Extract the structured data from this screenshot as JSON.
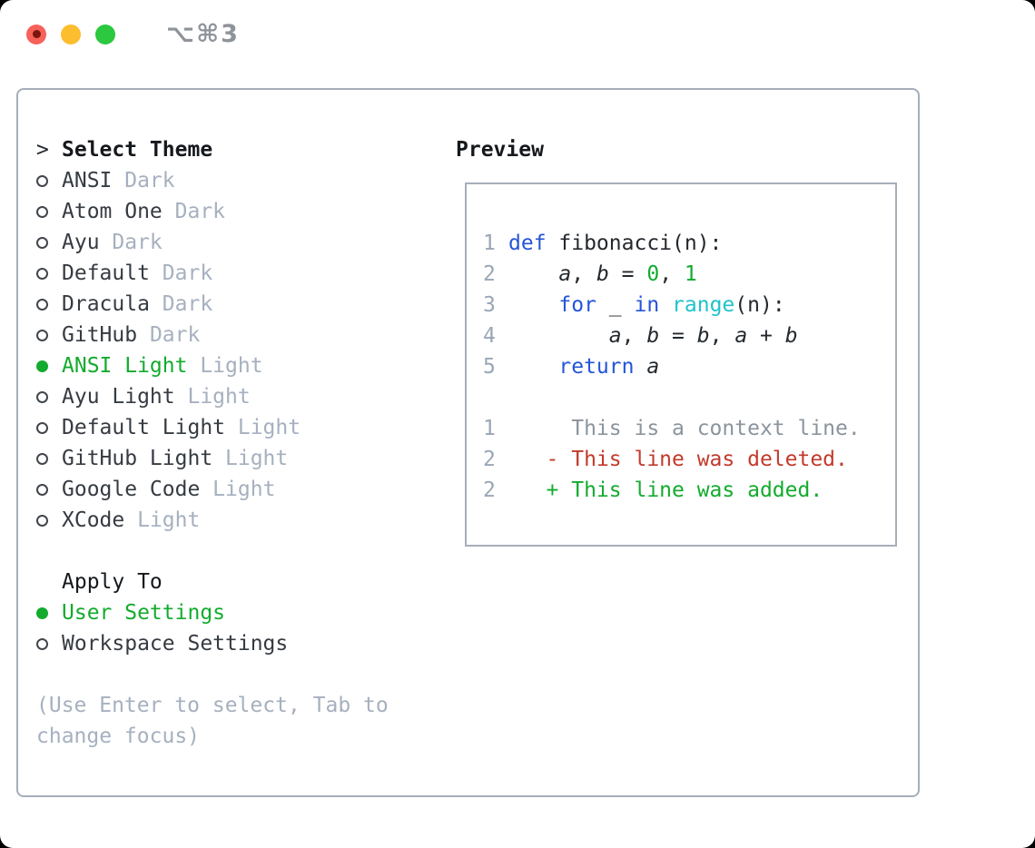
{
  "window": {
    "title": "⌥⌘3"
  },
  "theme_panel": {
    "header_prefix": ">",
    "header": "Select Theme",
    "items": [
      {
        "name": "ANSI",
        "variant": "Dark",
        "selected": false
      },
      {
        "name": "Atom One",
        "variant": "Dark",
        "selected": false
      },
      {
        "name": "Ayu",
        "variant": "Dark",
        "selected": false
      },
      {
        "name": "Default",
        "variant": "Dark",
        "selected": false
      },
      {
        "name": "Dracula",
        "variant": "Dark",
        "selected": false
      },
      {
        "name": "GitHub",
        "variant": "Dark",
        "selected": false
      },
      {
        "name": "ANSI Light",
        "variant": "Light",
        "selected": true
      },
      {
        "name": "Ayu Light",
        "variant": "Light",
        "selected": false
      },
      {
        "name": "Default Light",
        "variant": "Light",
        "selected": false
      },
      {
        "name": "GitHub Light",
        "variant": "Light",
        "selected": false
      },
      {
        "name": "Google Code",
        "variant": "Light",
        "selected": false
      },
      {
        "name": "XCode",
        "variant": "Light",
        "selected": false
      }
    ],
    "apply_header": "Apply To",
    "apply_options": [
      {
        "label": "User Settings",
        "selected": true
      },
      {
        "label": "Workspace Settings",
        "selected": false
      }
    ],
    "hint": "(Use Enter to select, Tab to change focus)"
  },
  "preview": {
    "header": "Preview",
    "lines": [
      {
        "num": "1",
        "tokens": [
          {
            "t": "def",
            "s": "kw"
          },
          {
            "t": " fibonacci(n):",
            "s": "plain"
          }
        ]
      },
      {
        "num": "2",
        "tokens": [
          {
            "t": "    ",
            "s": "plain"
          },
          {
            "t": "a",
            "s": "var"
          },
          {
            "t": ", ",
            "s": "plain"
          },
          {
            "t": "b",
            "s": "var"
          },
          {
            "t": " = ",
            "s": "plain"
          },
          {
            "t": "0",
            "s": "num"
          },
          {
            "t": ", ",
            "s": "plain"
          },
          {
            "t": "1",
            "s": "num"
          }
        ]
      },
      {
        "num": "3",
        "tokens": [
          {
            "t": "    ",
            "s": "plain"
          },
          {
            "t": "for",
            "s": "kw"
          },
          {
            "t": " _ ",
            "s": "plain"
          },
          {
            "t": "in",
            "s": "kw"
          },
          {
            "t": " ",
            "s": "plain"
          },
          {
            "t": "range",
            "s": "builtin"
          },
          {
            "t": "(n):",
            "s": "plain"
          }
        ]
      },
      {
        "num": "4",
        "tokens": [
          {
            "t": "        ",
            "s": "plain"
          },
          {
            "t": "a",
            "s": "var"
          },
          {
            "t": ", ",
            "s": "plain"
          },
          {
            "t": "b",
            "s": "var"
          },
          {
            "t": " = ",
            "s": "plain"
          },
          {
            "t": "b",
            "s": "var"
          },
          {
            "t": ", ",
            "s": "plain"
          },
          {
            "t": "a",
            "s": "var"
          },
          {
            "t": " + ",
            "s": "plain"
          },
          {
            "t": "b",
            "s": "var"
          }
        ]
      },
      {
        "num": "5",
        "tokens": [
          {
            "t": "    ",
            "s": "plain"
          },
          {
            "t": "return",
            "s": "kw"
          },
          {
            "t": " ",
            "s": "plain"
          },
          {
            "t": "a",
            "s": "var"
          }
        ]
      },
      {
        "num": "",
        "tokens": []
      },
      {
        "num": "1",
        "tokens": [
          {
            "t": "     This is a context line.",
            "s": "ctx"
          }
        ]
      },
      {
        "num": "2",
        "tokens": [
          {
            "t": "   - This line was deleted.",
            "s": "del"
          }
        ]
      },
      {
        "num": "2",
        "tokens": [
          {
            "t": "   + This line was added.",
            "s": "add"
          }
        ]
      }
    ]
  },
  "colors": {
    "accent_green": "#13ab2e",
    "keyword_blue": "#2355d9",
    "builtin_cyan": "#1fc3cc",
    "deleted_red": "#c23a2b",
    "muted_gray": "#a6b0bf",
    "line_number_gray": "#9aa6b5",
    "border_gray": "#a6aeba",
    "traffic_red": "#f6615a",
    "traffic_yellow": "#fcbd2e",
    "traffic_green": "#2bc840"
  }
}
